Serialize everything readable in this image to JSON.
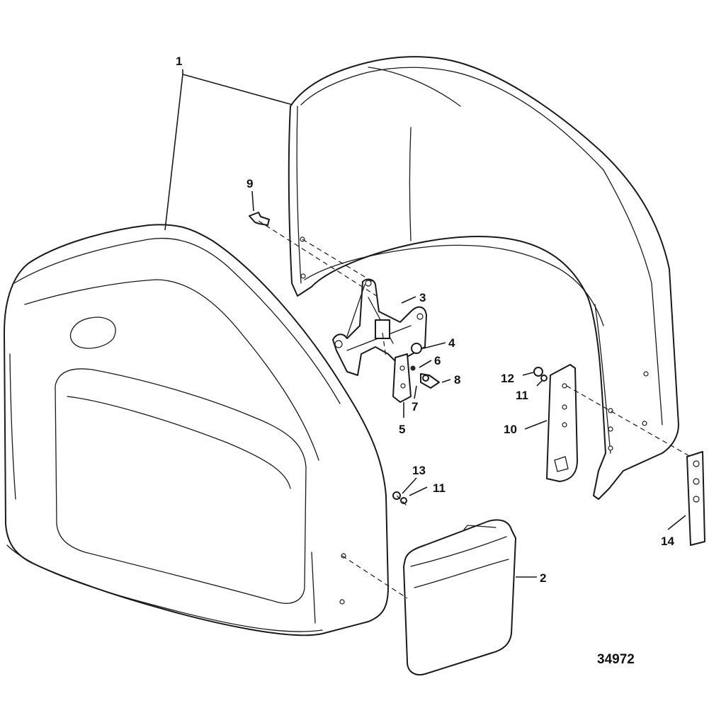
{
  "figure_number": "34972",
  "callouts": {
    "c1": "1",
    "c2": "2",
    "c3": "3",
    "c4": "4",
    "c5": "5",
    "c6": "6",
    "c7": "7",
    "c8": "8",
    "c9": "9",
    "c10": "10",
    "c11a": "11",
    "c11b": "11",
    "c12": "12",
    "c13": "13",
    "c14": "14"
  }
}
